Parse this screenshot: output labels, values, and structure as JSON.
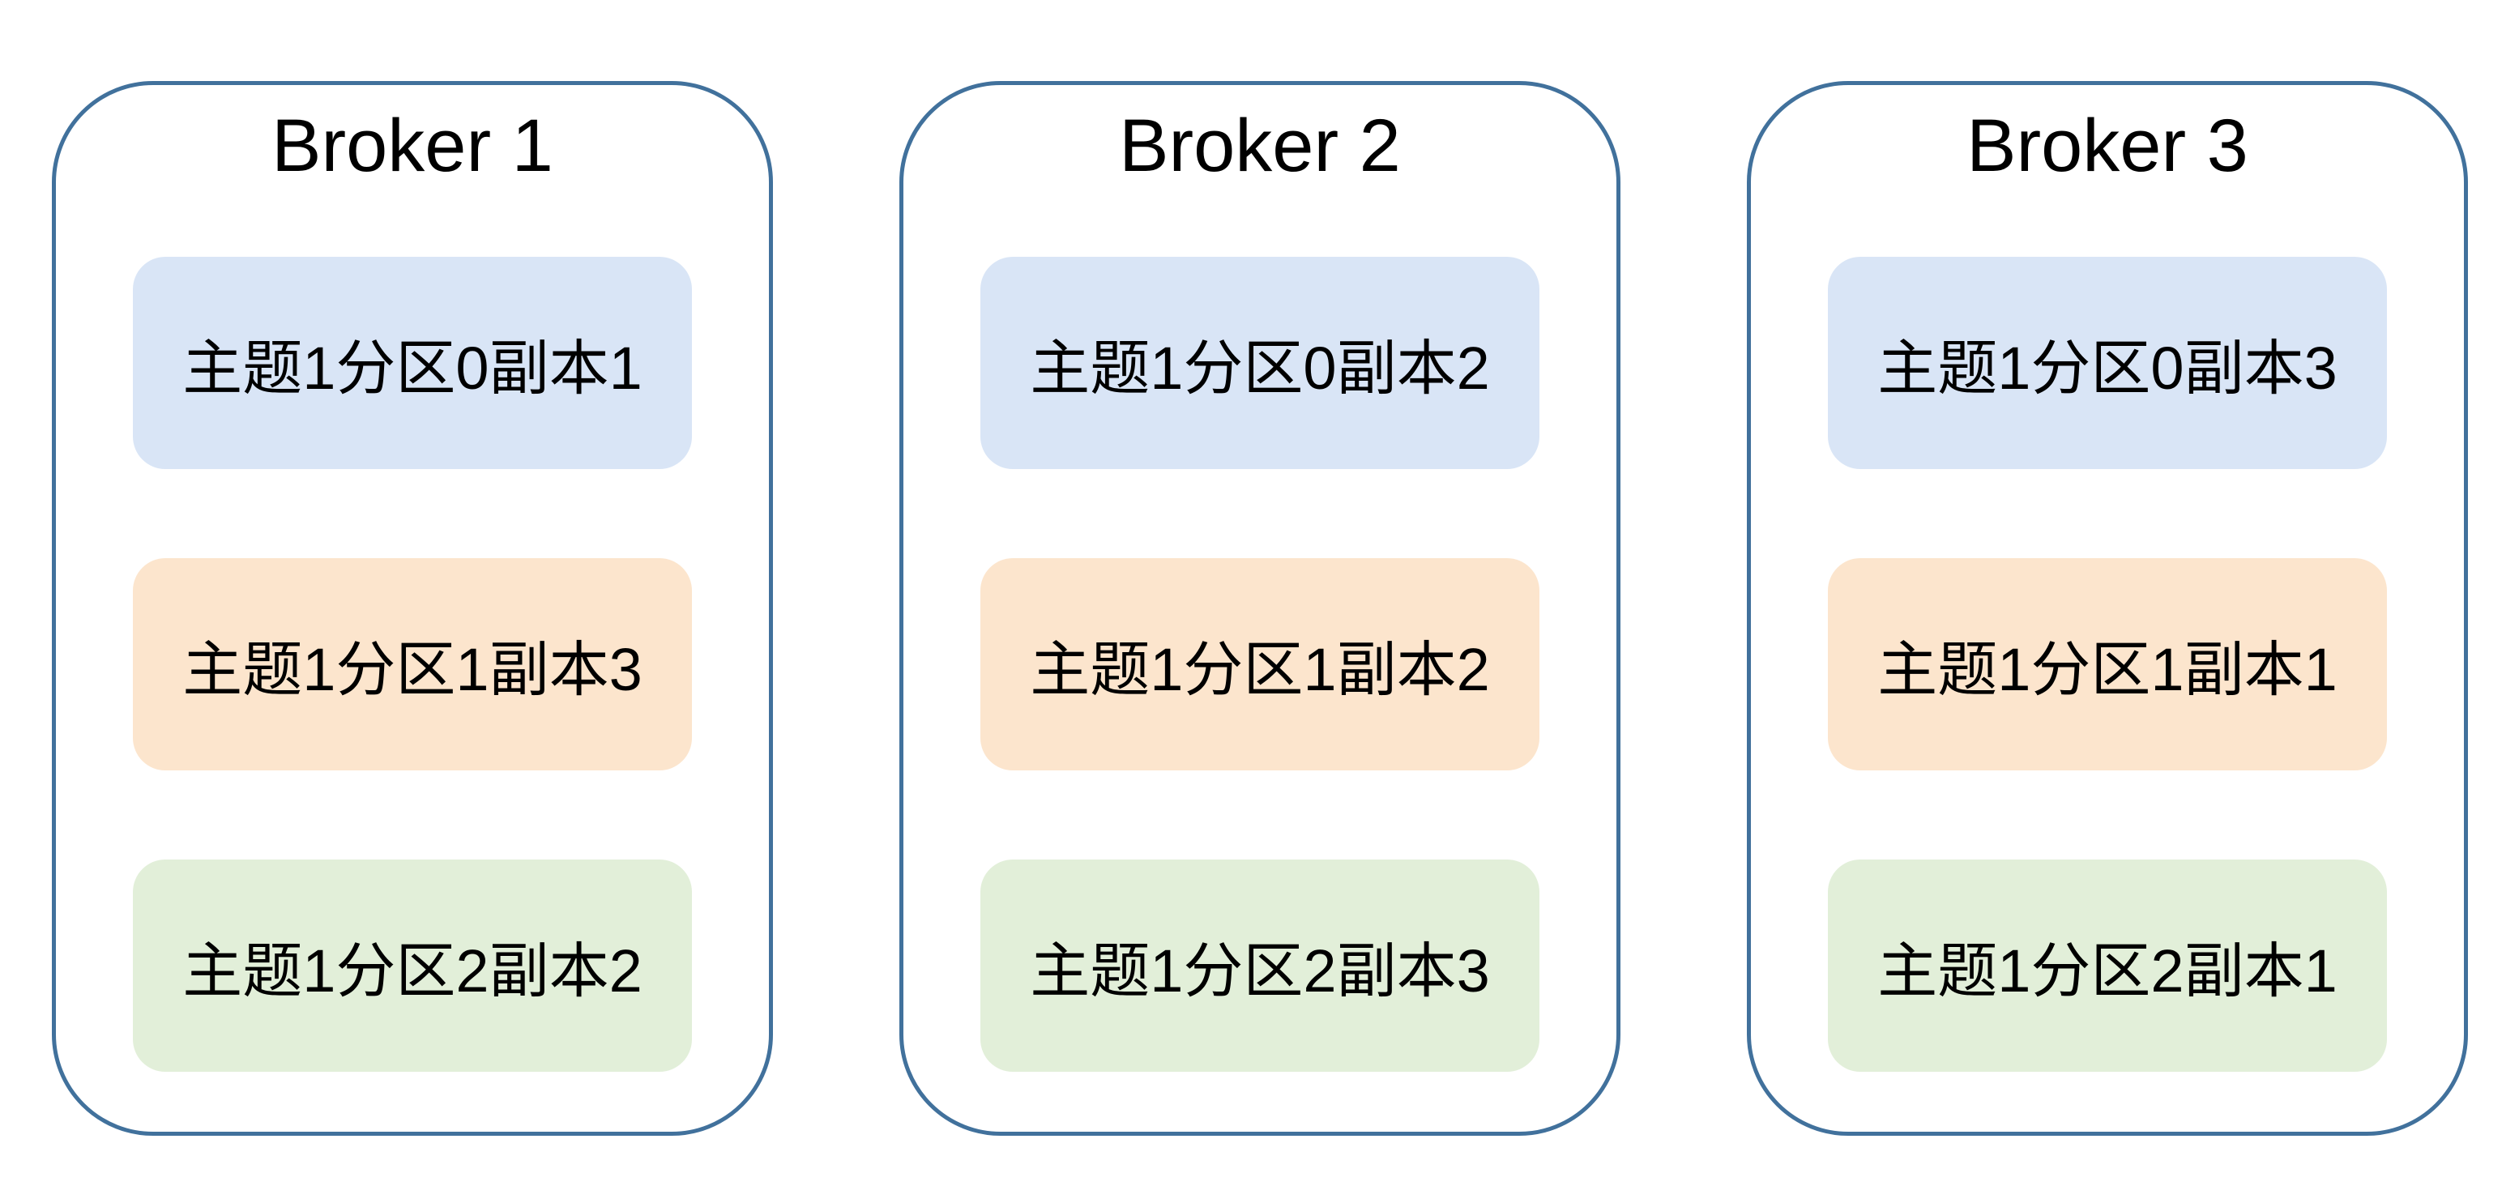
{
  "diagram": {
    "brokers": [
      {
        "title": "Broker 1",
        "replicas": [
          {
            "label": "主题1分区0副本1",
            "partition": "partition-0"
          },
          {
            "label": "主题1分区1副本3",
            "partition": "partition-1"
          },
          {
            "label": "主题1分区2副本2",
            "partition": "partition-2"
          }
        ]
      },
      {
        "title": "Broker 2",
        "replicas": [
          {
            "label": "主题1分区0副本2",
            "partition": "partition-0"
          },
          {
            "label": "主题1分区1副本2",
            "partition": "partition-1"
          },
          {
            "label": "主题1分区2副本3",
            "partition": "partition-2"
          }
        ]
      },
      {
        "title": "Broker 3",
        "replicas": [
          {
            "label": "主题1分区0副本3",
            "partition": "partition-0"
          },
          {
            "label": "主题1分区1副本1",
            "partition": "partition-1"
          },
          {
            "label": "主题1分区2副本1",
            "partition": "partition-2"
          }
        ]
      }
    ],
    "colors": {
      "partition0_fill": "#d9e5f6",
      "partition1_fill": "#fce5cd",
      "partition2_fill": "#e2efd9",
      "broker_border": "#41719c",
      "text": "#000000",
      "background": "#ffffff"
    }
  }
}
